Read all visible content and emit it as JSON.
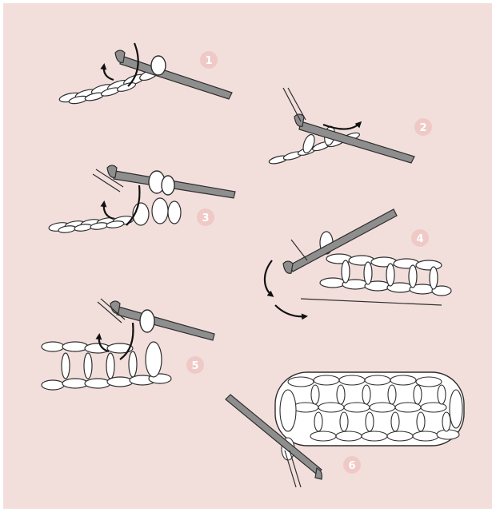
{
  "diagram": {
    "steps": [
      {
        "number": "1"
      },
      {
        "number": "2"
      },
      {
        "number": "3"
      },
      {
        "number": "4"
      },
      {
        "number": "5"
      },
      {
        "number": "6"
      }
    ]
  },
  "colors": {
    "background": "#f2dfdb",
    "badge": "#efc9c6",
    "hook": "#8e8e8e",
    "yarn": "#ffffff",
    "outline": "#2e2e2e",
    "arrow": "#111111"
  }
}
